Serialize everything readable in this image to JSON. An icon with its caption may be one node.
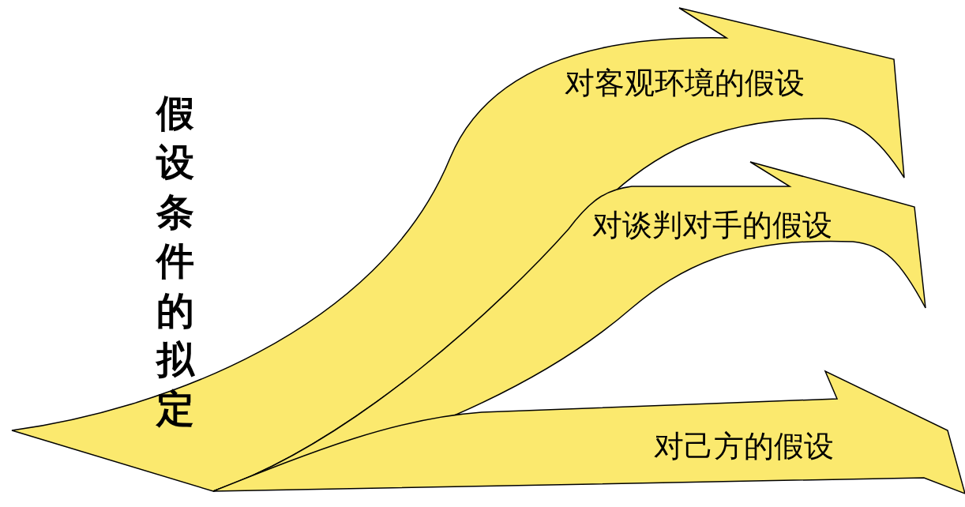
{
  "diagram": {
    "title": "假设条件的拟定",
    "nodes": [
      {
        "text": [
          "对客观环境的假设"
        ]
      },
      {
        "text": [
          "对谈判对手的假设"
        ]
      },
      {
        "text": [
          "对己方的假设"
        ]
      }
    ]
  }
}
